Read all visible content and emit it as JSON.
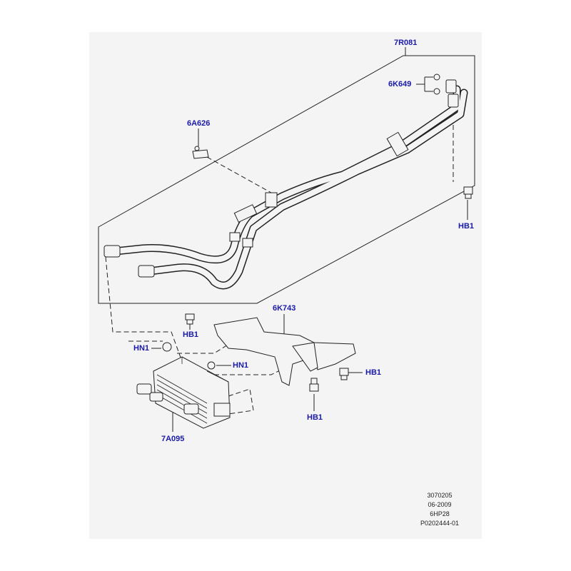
{
  "callouts": {
    "c7R081": "7R081",
    "c6K649": "6K649",
    "c6A626": "6A626",
    "cHB1_right": "HB1",
    "c6K743": "6K743",
    "cHB1_top": "HB1",
    "cHN1_left": "HN1",
    "cHN1_mid": "HN1",
    "cHB1_bracket": "HB1",
    "cHB1_bottom": "HB1",
    "c7A095": "7A095"
  },
  "footer": {
    "line1": "3070205",
    "line2": "06-2009",
    "line3": "6HP28",
    "line4": "P0202444-01"
  },
  "colors": {
    "panel": "#f4f4f4",
    "callout": "#1a1aa6",
    "line": "#222222"
  }
}
